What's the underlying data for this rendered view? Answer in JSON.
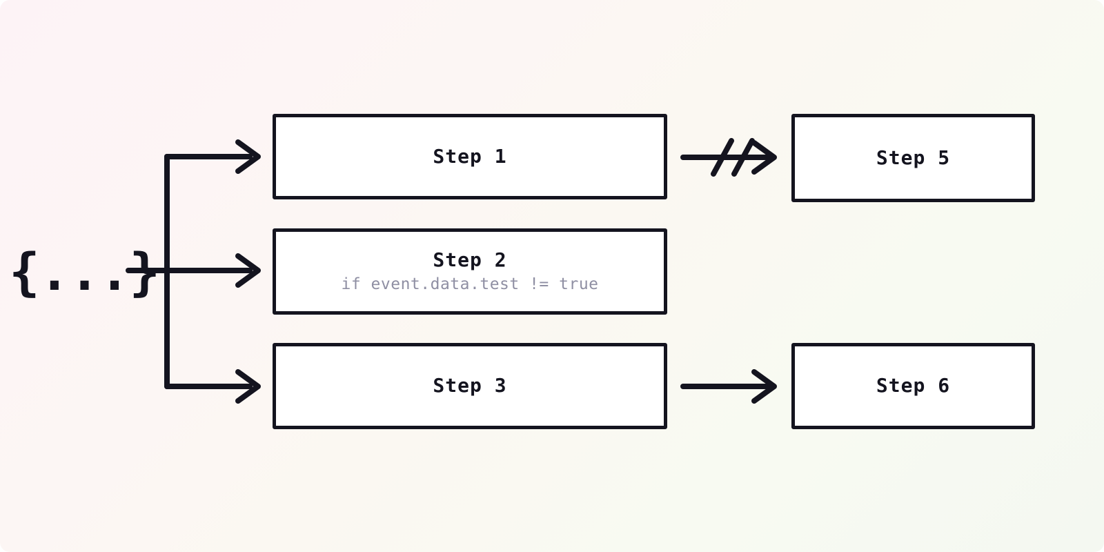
{
  "diagram": {
    "type": "step-flow",
    "background": {
      "gradient_from": "#fdf3f6",
      "gradient_to": "#f4f8f1",
      "direction": "135deg"
    },
    "stroke_color": "#14141f",
    "box_fill": "#ffffff",
    "subtitle_color": "#8f8fa3"
  },
  "event_source": {
    "label": "{...}",
    "name": "json-event-payload"
  },
  "nodes": [
    {
      "id": "step-1",
      "title": "Step 1",
      "subtitle": "",
      "column": "left",
      "row": 1
    },
    {
      "id": "step-2",
      "title": "Step 2",
      "subtitle": "if event.data.test != true",
      "column": "left",
      "row": 2
    },
    {
      "id": "step-3",
      "title": "Step 3",
      "subtitle": "",
      "column": "left",
      "row": 3
    },
    {
      "id": "step-5",
      "title": "Step 5",
      "subtitle": "",
      "column": "right",
      "row": 1
    },
    {
      "id": "step-6",
      "title": "Step 6",
      "subtitle": "",
      "column": "right",
      "row": 3
    }
  ],
  "edges": [
    {
      "id": "edge-source-step1",
      "from": "event_source",
      "to": "step-1",
      "style": "branch",
      "crossed": false
    },
    {
      "id": "edge-source-step2",
      "from": "event_source",
      "to": "step-2",
      "style": "straight",
      "crossed": false
    },
    {
      "id": "edge-source-step3",
      "from": "event_source",
      "to": "step-3",
      "style": "branch",
      "crossed": false
    },
    {
      "id": "edge-step1-step5",
      "from": "step-1",
      "to": "step-5",
      "style": "straight",
      "crossed": true
    },
    {
      "id": "edge-step3-step6",
      "from": "step-3",
      "to": "step-6",
      "style": "straight",
      "crossed": false
    }
  ]
}
